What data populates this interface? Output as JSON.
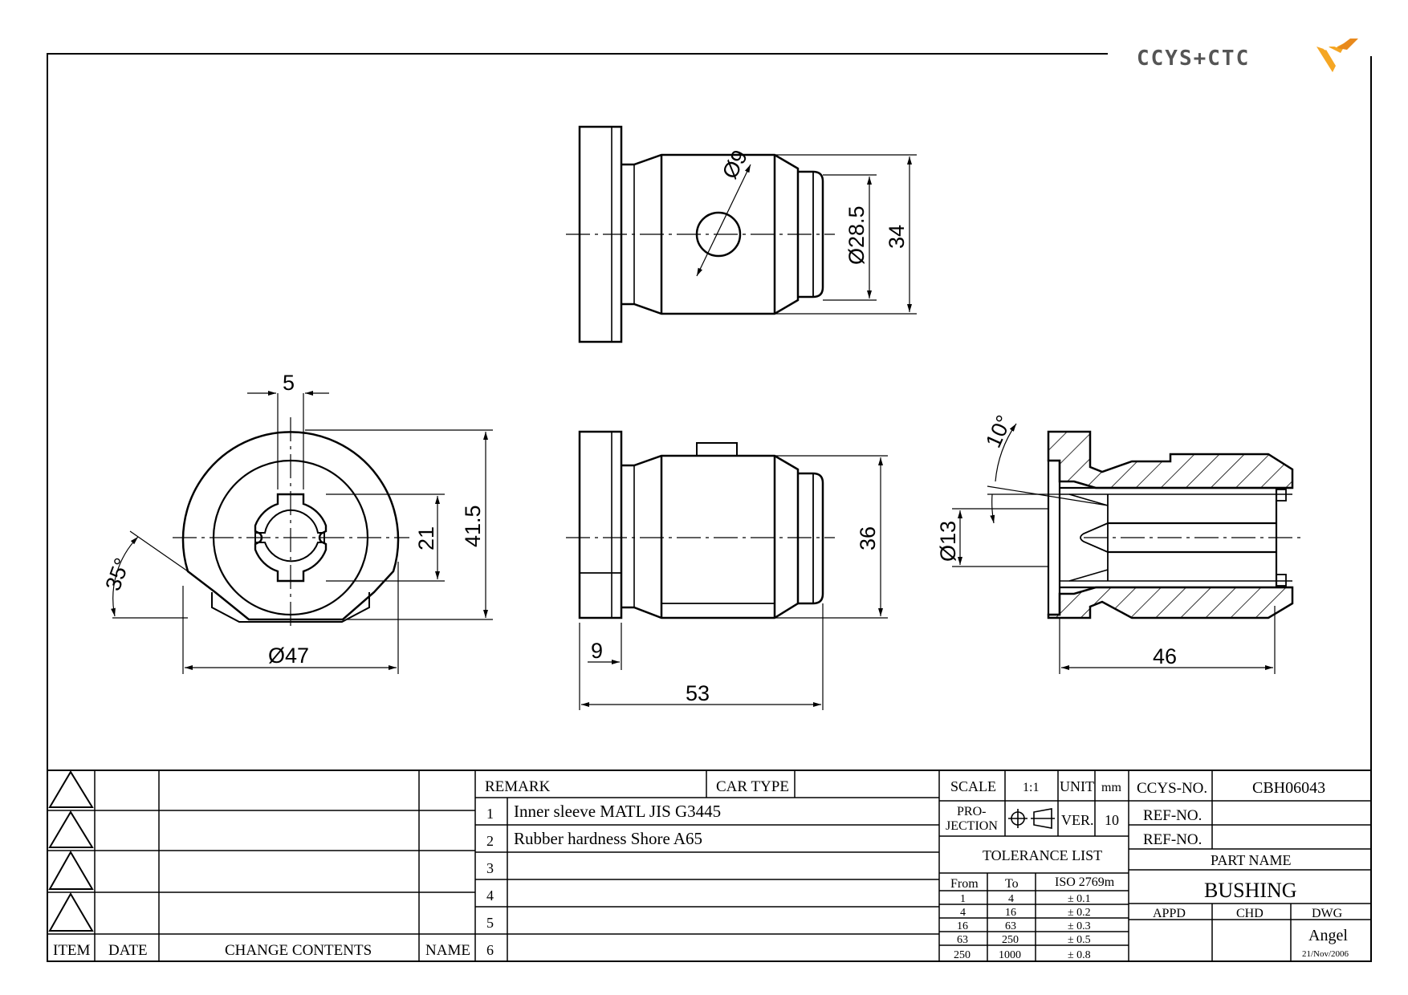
{
  "logo": {
    "text": "CCYS+CTC"
  },
  "dimensions": {
    "d9": "Ø9",
    "d28_5": "Ø28.5",
    "h34": "34",
    "w5": "5",
    "h41_5": "41.5",
    "h21": "21",
    "a35": "35°",
    "d47": "Ø47",
    "w9": "9",
    "w53": "53",
    "h36": "36",
    "a10": "10°",
    "d13": "Ø13",
    "w46": "46"
  },
  "revision": {
    "headers": {
      "item": "ITEM",
      "date": "DATE",
      "change": "CHANGE CONTENTS",
      "name": "NAME"
    }
  },
  "remarks": {
    "header": "REMARK",
    "car_type": "CAR TYPE",
    "rows": [
      {
        "no": "1",
        "text": "Inner sleeve MATL JIS G3445"
      },
      {
        "no": "2",
        "text": "Rubber hardness Shore A65"
      },
      {
        "no": "3",
        "text": ""
      },
      {
        "no": "4",
        "text": ""
      },
      {
        "no": "5",
        "text": ""
      },
      {
        "no": "6",
        "text": ""
      }
    ]
  },
  "info": {
    "scale_label": "SCALE",
    "scale_value": "1:1",
    "unit_label": "UNIT",
    "unit_value": "mm",
    "projection_line1": "PRO-",
    "projection_line2": "JECTION",
    "ver_label": "VER.",
    "ver_value": "10",
    "tolerance_title": "TOLERANCE LIST",
    "tol_from": "From",
    "tol_to": "To",
    "tol_iso": "ISO 2769m",
    "tolerances": [
      {
        "from": "1",
        "to": "4",
        "tol": "± 0.1"
      },
      {
        "from": "4",
        "to": "16",
        "tol": "± 0.2"
      },
      {
        "from": "16",
        "to": "63",
        "tol": "± 0.3"
      },
      {
        "from": "63",
        "to": "250",
        "tol": "± 0.5"
      },
      {
        "from": "250",
        "to": "1000",
        "tol": "± 0.8"
      }
    ],
    "ccys_label": "CCYS-NO.",
    "ccys_value": "CBH06043",
    "ref_label1": "REF-NO.",
    "ref_label2": "REF-NO.",
    "part_name_label": "PART NAME",
    "part_name_value": "BUSHING",
    "appd": "APPD",
    "chd": "CHD",
    "dwg": "DWG",
    "drawn_by": "Angel",
    "date": "21/Nov/2006"
  }
}
